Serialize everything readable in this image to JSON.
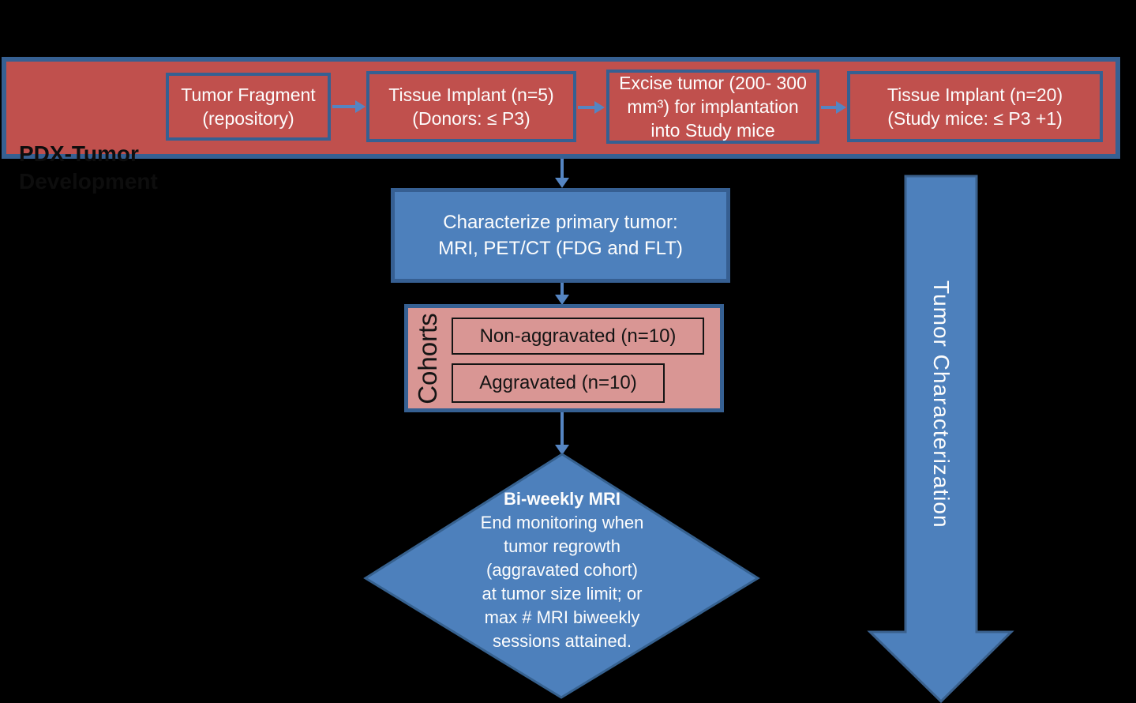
{
  "colors": {
    "background": "#000000",
    "red_fill": "#c0504d",
    "pink_fill": "#d99694",
    "blue_fill": "#4d80bc",
    "blue_border": "#366092",
    "connector_blue": "#5585c2",
    "white_text": "#fdfdfd",
    "black_text": "#141414"
  },
  "banner": {
    "title_lines": [
      "PDX-Tumor",
      "Development"
    ],
    "boxes": [
      {
        "lines": [
          "Tumor Fragment",
          "(repository)"
        ]
      },
      {
        "lines": [
          "Tissue Implant (n=5)",
          "(Donors: ≤ P3)"
        ]
      },
      {
        "lines": [
          "Excise tumor (200- 300",
          "mm³) for implantation",
          "into Study mice"
        ]
      },
      {
        "lines": [
          "Tissue Implant (n=20)",
          "(Study mice: ≤ P3 +1)"
        ]
      }
    ]
  },
  "characterize_box": {
    "lines": [
      "Characterize primary tumor:",
      "MRI, PET/CT (FDG and FLT)"
    ]
  },
  "cohorts": {
    "label": "Cohorts",
    "items": [
      {
        "label": "Non-aggravated (n=10)"
      },
      {
        "label": "Aggravated (n=10)"
      }
    ]
  },
  "decision_diamond": {
    "lines": [
      "Bi-weekly MRI",
      "End monitoring when",
      "tumor regrowth",
      "(aggravated cohort)",
      "at tumor size limit; or",
      "max # MRI biweekly",
      "sessions attained."
    ]
  },
  "side_arrow": {
    "label": "Tumor Characterization"
  }
}
